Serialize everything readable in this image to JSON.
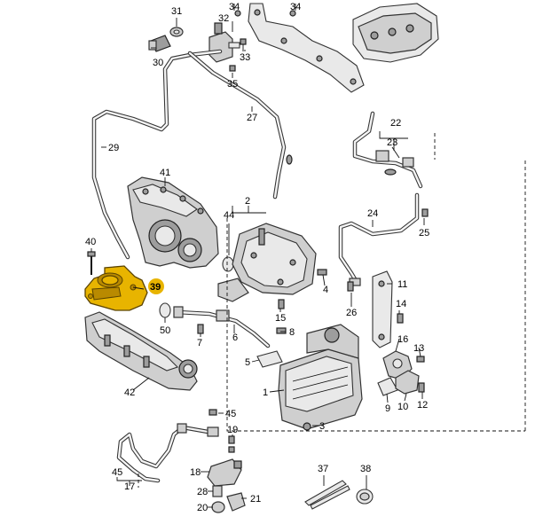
{
  "accent_color": "#e8b400",
  "highlighted_part": "39",
  "labels": {
    "l31": "31",
    "l32": "32",
    "l33": "33",
    "l35": "35",
    "l30": "30",
    "l34": "34",
    "l27": "27",
    "l29": "29",
    "l41": "41",
    "l2": "2",
    "l44": "44",
    "l22": "22",
    "l23": "23",
    "l24": "24",
    "l25": "25",
    "l40": "40",
    "l39": "39",
    "l50": "50",
    "l7": "7",
    "l6": "6",
    "l15": "15",
    "l4": "4",
    "l8": "8",
    "l11": "11",
    "l26": "26",
    "l14": "14",
    "l16": "16",
    "l13": "13",
    "l5": "5",
    "l1": "1",
    "l42": "42",
    "l9": "9",
    "l10": "10",
    "l12": "12",
    "l3": "3",
    "l45a": "45",
    "l19": "19",
    "l45b": "45",
    "l17": "17",
    "l18": "18",
    "l28": "28",
    "l20": "20",
    "l21": "21",
    "l37": "37",
    "l38": "38"
  }
}
